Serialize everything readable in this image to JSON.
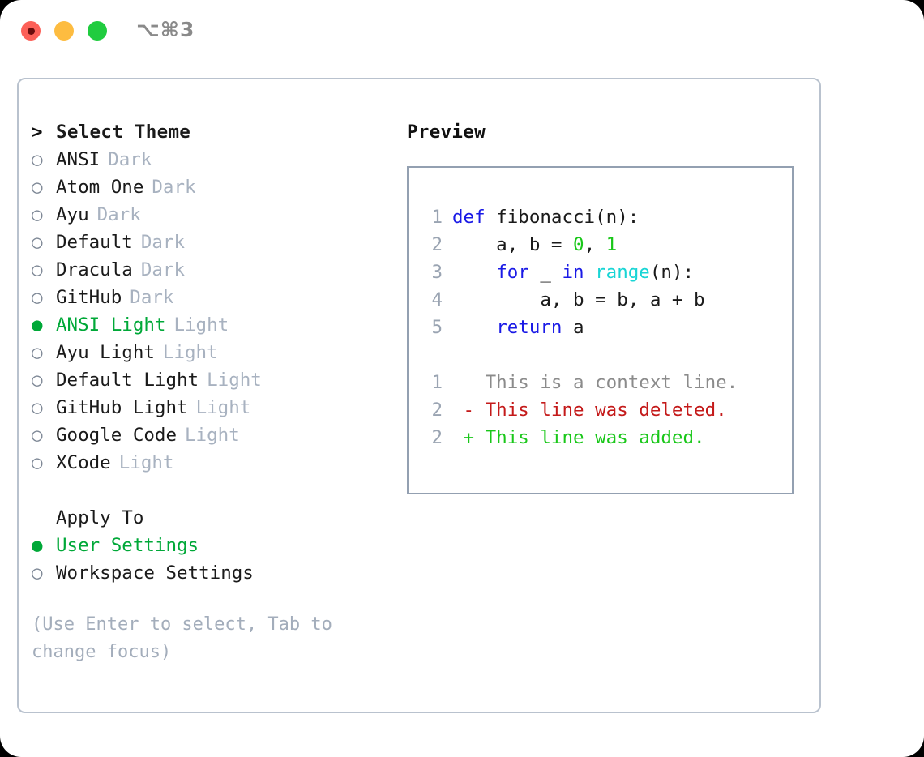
{
  "window": {
    "shortcut": "⌥⌘3",
    "traffic_lights": [
      "close-red",
      "minimize-yellow",
      "maximize-green"
    ]
  },
  "theme_panel": {
    "header_marker": ">",
    "header": "Select Theme",
    "unselected_marker": "○",
    "selected_marker": "●",
    "accent_color": "#00a838",
    "items": [
      {
        "name": "ANSI",
        "variant": "Dark",
        "selected": false
      },
      {
        "name": "Atom One",
        "variant": "Dark",
        "selected": false
      },
      {
        "name": "Ayu",
        "variant": "Dark",
        "selected": false
      },
      {
        "name": "Default",
        "variant": "Dark",
        "selected": false
      },
      {
        "name": "Dracula",
        "variant": "Dark",
        "selected": false
      },
      {
        "name": "GitHub",
        "variant": "Dark",
        "selected": false
      },
      {
        "name": "ANSI Light",
        "variant": "Light",
        "selected": true
      },
      {
        "name": "Ayu Light",
        "variant": "Light",
        "selected": false
      },
      {
        "name": "Default Light",
        "variant": "Light",
        "selected": false
      },
      {
        "name": "GitHub Light",
        "variant": "Light",
        "selected": false
      },
      {
        "name": "Google Code",
        "variant": "Light",
        "selected": false
      },
      {
        "name": "XCode",
        "variant": "Light",
        "selected": false
      }
    ]
  },
  "apply_to": {
    "header": "Apply To",
    "items": [
      {
        "name": "User Settings",
        "selected": true
      },
      {
        "name": "Workspace Settings",
        "selected": false
      }
    ]
  },
  "hint": "(Use Enter to select, Tab to change focus)",
  "preview": {
    "title": "Preview",
    "code_lines": [
      {
        "num": "1",
        "tokens": [
          {
            "t": "def",
            "c": "kw"
          },
          {
            "t": " fibonacci(n):",
            "c": "plain"
          }
        ]
      },
      {
        "num": "2",
        "tokens": [
          {
            "t": "    a, b = ",
            "c": "plain"
          },
          {
            "t": "0",
            "c": "num"
          },
          {
            "t": ", ",
            "c": "plain"
          },
          {
            "t": "1",
            "c": "num"
          }
        ]
      },
      {
        "num": "3",
        "tokens": [
          {
            "t": "    ",
            "c": "plain"
          },
          {
            "t": "for",
            "c": "kw"
          },
          {
            "t": " _ ",
            "c": "plain"
          },
          {
            "t": "in",
            "c": "kw"
          },
          {
            "t": " ",
            "c": "plain"
          },
          {
            "t": "range",
            "c": "fn"
          },
          {
            "t": "(n):",
            "c": "plain"
          }
        ]
      },
      {
        "num": "4",
        "tokens": [
          {
            "t": "        a, b = b, a + b",
            "c": "plain"
          }
        ]
      },
      {
        "num": "5",
        "tokens": [
          {
            "t": "    ",
            "c": "plain"
          },
          {
            "t": "return",
            "c": "kw"
          },
          {
            "t": " a",
            "c": "plain"
          }
        ]
      }
    ],
    "diff_lines": [
      {
        "num": "1",
        "marker": " ",
        "text": "This is a context line.",
        "kind": "ctx"
      },
      {
        "num": "2",
        "marker": "-",
        "text": "This line was deleted.",
        "kind": "del"
      },
      {
        "num": "2",
        "marker": "+",
        "text": "This line was added.",
        "kind": "add"
      }
    ]
  }
}
